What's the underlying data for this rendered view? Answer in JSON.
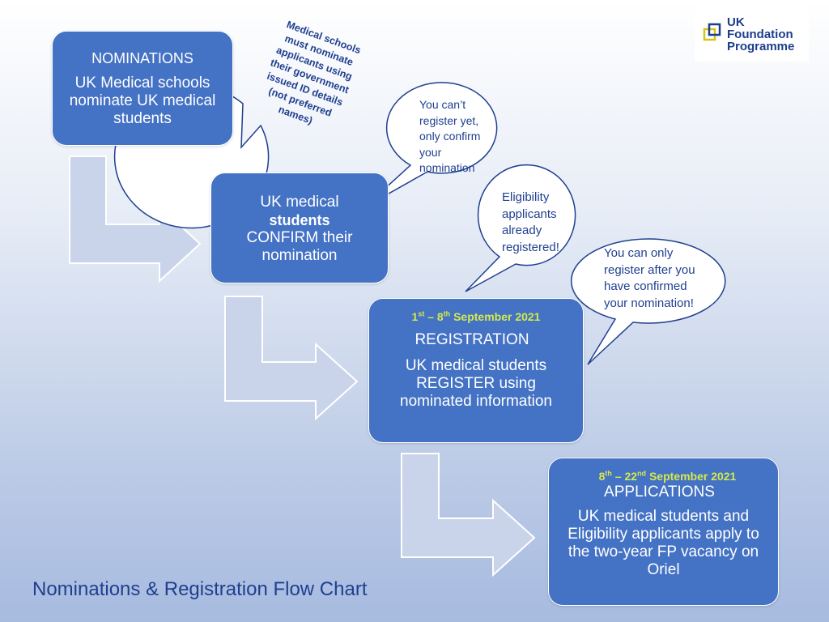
{
  "logo": {
    "line1": "UK",
    "line2": "Foundation",
    "line3": "Programme"
  },
  "steps": [
    {
      "heading": "NOMINATIONS",
      "body": "UK Medical schools nominate UK medical students"
    },
    {
      "line1": "UK medical",
      "line2_bold": "students",
      "line3": "CONFIRM their",
      "line4": "nomination"
    },
    {
      "date_d1": "1",
      "date_s1": "st",
      "date_mid": " – 8",
      "date_s2": "th",
      "date_rest": " September 2021",
      "heading": "REGISTRATION",
      "body": "UK medical students REGISTER using nominated information"
    },
    {
      "date_d1": "8",
      "date_s1": "th",
      "date_mid": " – 22",
      "date_s2": "nd",
      "date_rest": " September 2021",
      "heading": "APPLICATIONS",
      "body": "UK medical students and Eligibility applicants apply to the two-year FP vacancy on Oriel"
    }
  ],
  "callouts": {
    "ids": [
      "Medical schools",
      "must nominate",
      "applicants using",
      "their government",
      "issued ID details",
      "(not preferred",
      "names)"
    ],
    "cant_register": [
      "You can’t",
      "register yet,",
      "only confirm",
      "your",
      "nomination"
    ],
    "eligibility": [
      "Eligibility",
      "applicants",
      "already",
      "registered!"
    ],
    "only_after": [
      "You can only",
      "register after you",
      "have confirmed",
      "your nomination!"
    ]
  },
  "title": "Nominations & Registration Flow Chart",
  "colors": {
    "box": "#4472c4",
    "date": "#d4e94b",
    "text_dark": "#1f3f8f",
    "arrow": "#c9d4ea"
  }
}
